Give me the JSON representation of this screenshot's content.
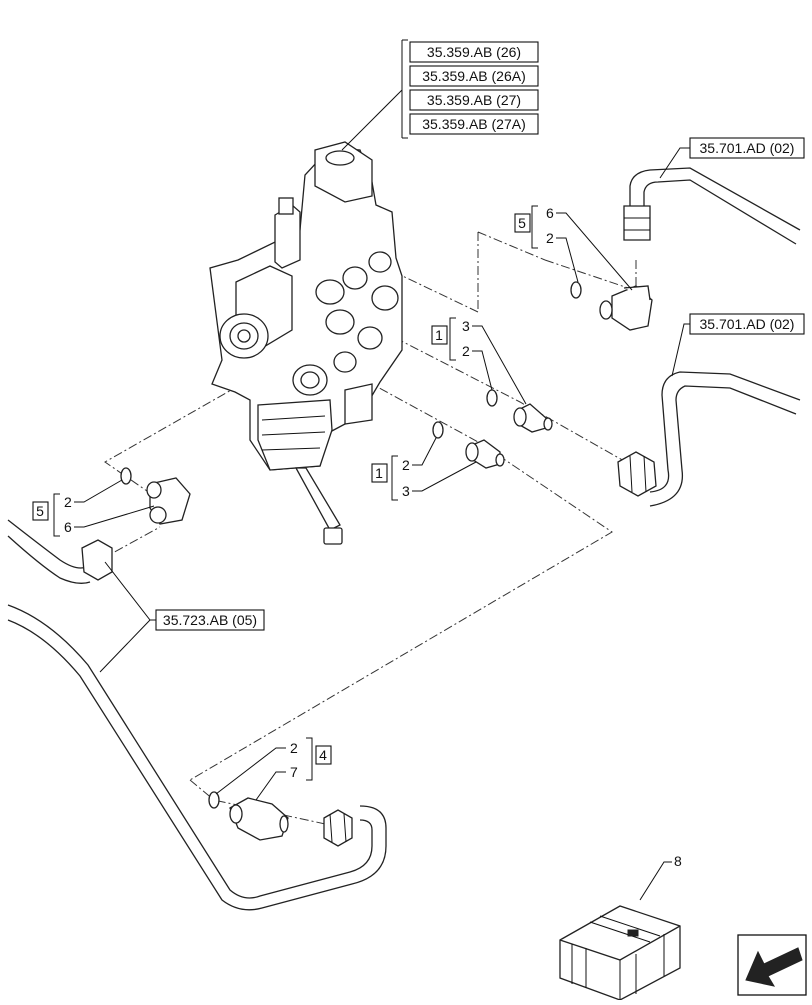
{
  "refs": {
    "valve_26": "35.359.AB (26)",
    "valve_26a": "35.359.AB (26A)",
    "valve_27": "35.359.AB (27)",
    "valve_27a": "35.359.AB (27A)",
    "pipe_upper": "35.701.AD (02)",
    "pipe_middle": "35.701.AD (02)",
    "pipe_lower": "35.723.AB (05)"
  },
  "callouts": {
    "kit_upper_right": {
      "kit": "5",
      "items": [
        "6",
        "2"
      ]
    },
    "kit_mid_upper": {
      "kit": "1",
      "items": [
        "3",
        "2"
      ]
    },
    "kit_mid_lower": {
      "kit": "1",
      "items": [
        "2",
        "3"
      ]
    },
    "kit_left": {
      "kit": "5",
      "items": [
        "2",
        "6"
      ]
    },
    "kit_bottom": {
      "kit": "4",
      "items": [
        "2",
        "7"
      ]
    },
    "crate_item": "8"
  },
  "icons": {
    "valve": "control-valve-icon",
    "crate": "shipping-crate-icon",
    "nav": "arrow-down-left-icon"
  }
}
